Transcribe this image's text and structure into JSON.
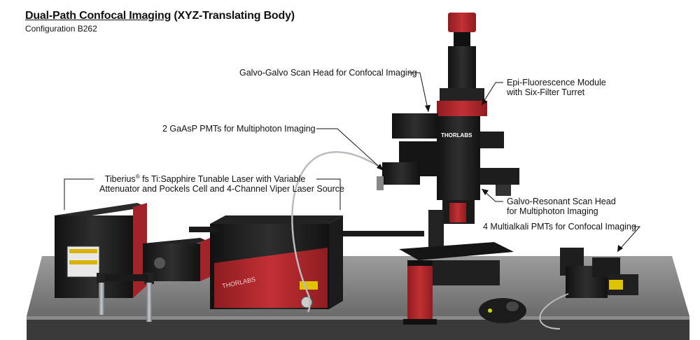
{
  "title": {
    "main_underlined": "Dual-Path Confocal Imaging",
    "main_rest": " (XYZ-Translating Body)",
    "subtitle": "Configuration B262"
  },
  "callouts": {
    "galvo_galvo": "Galvo-Galvo Scan Head for Confocal Imaging",
    "epi_line1": "Epi-Fluorescence Module",
    "epi_line2": "with Six-Filter Turret",
    "gaasp": "2 GaAsP PMTs for Multiphoton Imaging",
    "tiberius_prefix": "Tiberius",
    "tiberius_reg": "®",
    "tiberius_rest": " fs Ti:Sapphire Tunable Laser with Variable",
    "tiberius_line2": "Attenuator and Pockels Cell and 4-Channel Viper Laser Source",
    "galvo_res_line1": "Galvo-Resonant Scan Head",
    "galvo_res_line2": "for Multiphoton Imaging",
    "multialkali": "4 Multialkali PMTs for Confocal Imaging"
  },
  "product_text": {
    "brand_body": "THORLABS",
    "brand_laser": "THORLABS"
  },
  "colors": {
    "table": "#7b7b7b",
    "table_dark": "#4a4a4a",
    "red": "#b3262a",
    "black": "#1c1c1c",
    "steel": "#9aa0a6"
  }
}
